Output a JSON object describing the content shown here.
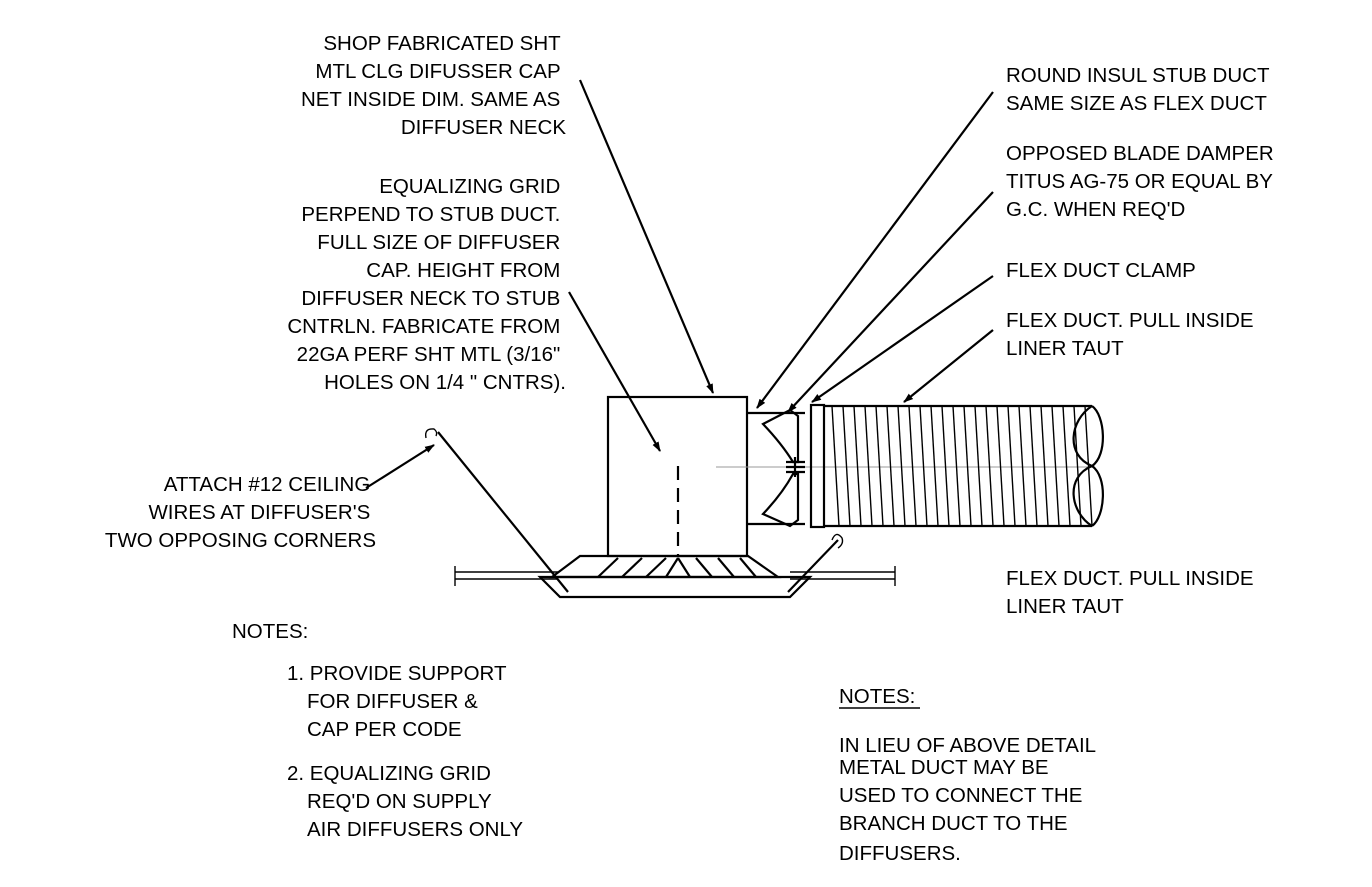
{
  "labels": {
    "diffuser_cap": [
      "SHOP FABRICATED SHT",
      "MTL CLG DIFUSSER CAP",
      "NET INSIDE DIM. SAME  AS",
      "DIFFUSER NECK"
    ],
    "equalizing_grid": [
      "EQUALIZING GRID",
      "PERPEND TO STUB DUCT.",
      "FULL SIZE OF DIFFUSER",
      "CAP. HEIGHT FROM",
      "DIFFUSER NECK TO STUB",
      "CNTRLN.  FABRICATE FROM",
      "22GA  PERF SHT MTL (3/16\"",
      "HOLES ON  1/4 \" CNTRS)."
    ],
    "ceiling_wires": [
      "ATTACH #12 CEILING",
      "WIRES AT DIFFUSER'S",
      "TWO OPPOSING CORNERS"
    ],
    "stub_duct": [
      "ROUND INSUL STUB DUCT",
      "SAME SIZE AS FLEX DUCT"
    ],
    "damper": [
      "OPPOSED BLADE DAMPER",
      "TITUS AG-75 OR EQUAL BY",
      "G.C. WHEN REQ'D"
    ],
    "flex_clamp": [
      "FLEX DUCT CLAMP"
    ],
    "flex_duct": [
      "FLEX DUCT. PULL INSIDE",
      "LINER TAUT"
    ],
    "flex_duct_lower": [
      "FLEX DUCT. PULL INSIDE",
      "LINER TAUT"
    ]
  },
  "notes_left": {
    "heading": "NOTES:",
    "items": [
      [
        "1.  PROVIDE SUPPORT",
        "FOR DIFFUSER &",
        "CAP PER CODE"
      ],
      [
        "2.  EQUALIZING GRID",
        "REQ'D ON SUPPLY",
        "AIR DIFFUSERS ONLY"
      ]
    ]
  },
  "notes_right": {
    "heading": "NOTES:",
    "lines": [
      "IN LIEU OF ABOVE DETAIL",
      "METAL DUCT MAY BE",
      "USED TO CONNECT THE",
      "BRANCH DUCT TO THE",
      "DIFFUSERS."
    ]
  }
}
